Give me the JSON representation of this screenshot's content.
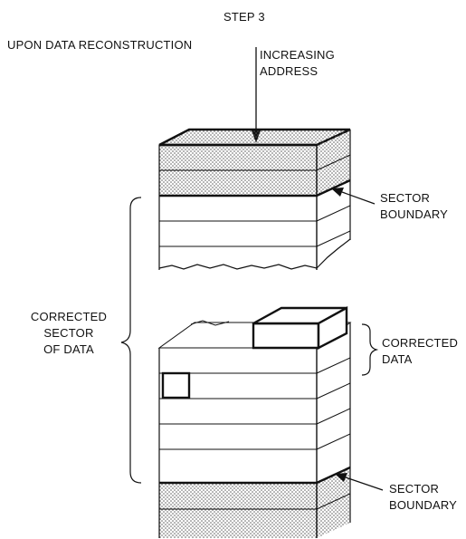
{
  "title": "STEP 3",
  "subtitle": "UPON DATA RECONSTRUCTION",
  "labels": {
    "increasing_address": [
      "INCREASING",
      "ADDRESS"
    ],
    "sector_boundary_top": [
      "SECTOR",
      "BOUNDARY"
    ],
    "corrected_sector": [
      "CORRECTED",
      "SECTOR",
      "OF DATA"
    ],
    "corrected_data": [
      "CORRECTED",
      "DATA"
    ],
    "sector_boundary_bottom": [
      "SECTOR",
      "BOUNDARY"
    ]
  },
  "colors": {
    "ink": "#111111",
    "paper": "#ffffff",
    "stipple": "#555555"
  }
}
